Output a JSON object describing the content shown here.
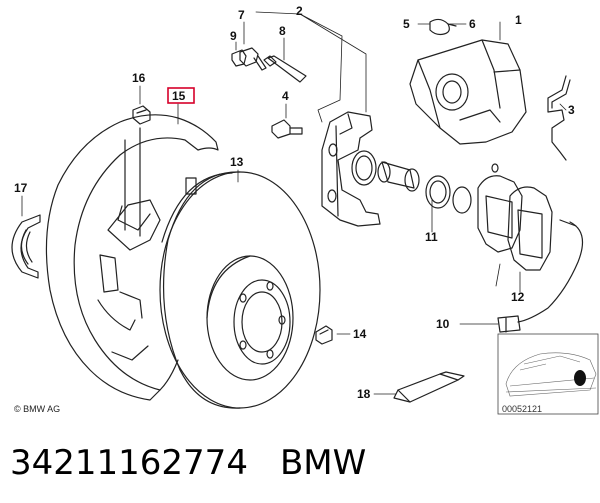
{
  "diagram": {
    "copyright": "© BMW AG",
    "inset_code": "00052121",
    "highlighted_part": "15",
    "labels": [
      "1",
      "2",
      "3",
      "4",
      "5",
      "6",
      "7",
      "8",
      "9",
      "10",
      "11",
      "12",
      "13",
      "14",
      "15",
      "16",
      "17",
      "18"
    ]
  },
  "caption": {
    "part_number": "34211162774",
    "brand": "BMW"
  },
  "colors": {
    "line": "#222222",
    "highlight": "#d6002a"
  }
}
